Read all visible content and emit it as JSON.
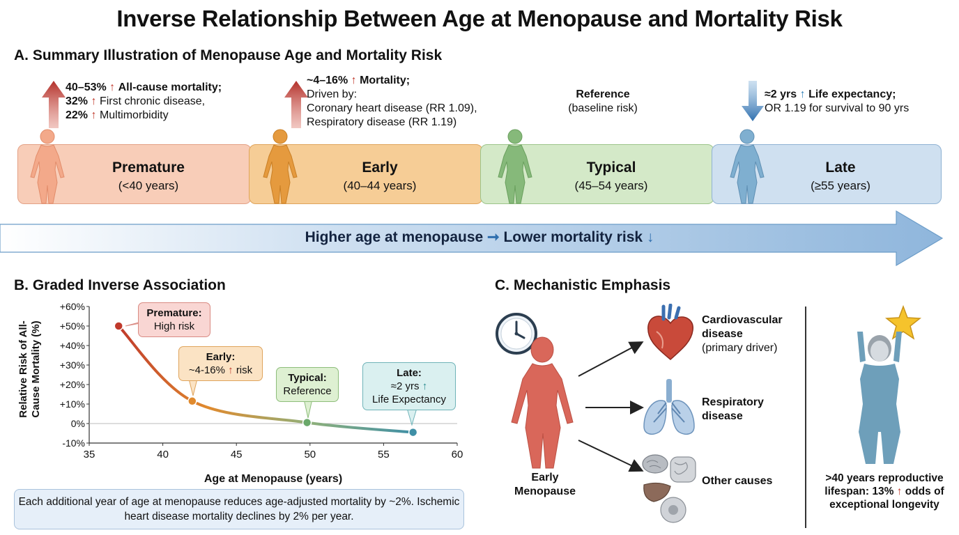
{
  "title": "Inverse Relationship Between Age at Menopause and Mortality Risk",
  "section_a": {
    "title": "A. Summary Illustration of Menopause Age and Mortality Risk",
    "stages": [
      {
        "name": "Premature",
        "range": "(<40 years)"
      },
      {
        "name": "Early",
        "range": "(40–44 years)"
      },
      {
        "name": "Typical",
        "range": "(45–54 years)"
      },
      {
        "name": "Late",
        "range": "(≥55 years)"
      }
    ],
    "premature_ann": {
      "l1_bold": "40–53%",
      "l1_rest": "All-cause mortality;",
      "l2_bold": "32%",
      "l2_rest": "First chronic disease,",
      "l3_bold": "22%",
      "l3_rest": "Multimorbidity"
    },
    "early_ann": {
      "l1_bold": "~4–16%",
      "l1_rest": "Mortality;",
      "l2": "Driven by:",
      "l3": "Coronary heart disease (RR 1.09),",
      "l4": "Respiratory disease (RR 1.19)"
    },
    "typical_ann": {
      "l1": "Reference",
      "l2": "(baseline risk)"
    },
    "late_ann": {
      "l1_bold": "≈2 yrs",
      "l1_rest": "Life expectancy;",
      "l2": "OR 1.19 for survival to 90 yrs"
    },
    "arrow_left": "Higher age at menopause",
    "arrow_right": "Lower mortality risk",
    "up_glyph": "↑",
    "down_glyph": "↓",
    "right_glyph": "➞"
  },
  "section_b": {
    "title": "B. Graded Inverse Association",
    "callouts": {
      "premature": {
        "title": "Premature:",
        "text": "High risk"
      },
      "early": {
        "title": "Early:",
        "text_pre": "~4-16%",
        "text_post": "risk"
      },
      "typical": {
        "title": "Typical:",
        "text": "Reference"
      },
      "late": {
        "title": "Late:",
        "text_pre": "≈2 yrs",
        "text2": "Life Expectancy"
      }
    },
    "note": "Each additional year of age at menopause reduces age-adjusted mortality by ~2%. Ischemic heart disease mortality declines by 2% per year."
  },
  "chart_data": {
    "type": "line",
    "xlabel": "Age at Menopause (years)",
    "ylabel_line1": "Relative Risk of All-",
    "ylabel_line2": "Cause Mortality (%)",
    "xlim": [
      35,
      60
    ],
    "ylim": [
      -10,
      60
    ],
    "x_ticks": [
      35,
      40,
      45,
      50,
      55,
      60
    ],
    "x_tick_labels": [
      "35",
      "40",
      "45",
      "50",
      "55",
      "60"
    ],
    "y_ticks": [
      -10,
      0,
      10,
      20,
      30,
      40,
      50,
      60
    ],
    "y_tick_labels": [
      "-10%",
      "0%",
      "+10%",
      "+20%",
      "+30%",
      "+40%",
      "+50%",
      "+60%"
    ],
    "points": [
      {
        "x": 37,
        "y": 50,
        "color": "#c0392b"
      },
      {
        "x": 42,
        "y": 11.5,
        "color": "#e08a2e"
      },
      {
        "x": 49.8,
        "y": 0.5,
        "color": "#6aa86a"
      },
      {
        "x": 57,
        "y": -4.5,
        "color": "#3f8fa6"
      }
    ],
    "grid": false
  },
  "section_c": {
    "title": "C. Mechanistic Emphasis",
    "early_label_l1": "Early",
    "early_label_l2": "Menopause",
    "causes": [
      {
        "bold1": "Cardiovascular",
        "bold2": "disease",
        "sub": "(primary driver)"
      },
      {
        "bold1": "Respiratory",
        "bold2": "disease"
      },
      {
        "bold1": "Other causes"
      }
    ],
    "longevity_l1": ">40 years reproductive",
    "longevity_l2_pre": "lifespan: 13%",
    "longevity_l2_post": "odds of",
    "longevity_l3": "exceptional longevity"
  },
  "colors": {
    "premature": "#f8cdb8",
    "early": "#f6cd96",
    "typical": "#d4e9c8",
    "late": "#cfe0f0",
    "red_arrow": "#b8342c",
    "blue_arrow": "#2f6fae"
  }
}
